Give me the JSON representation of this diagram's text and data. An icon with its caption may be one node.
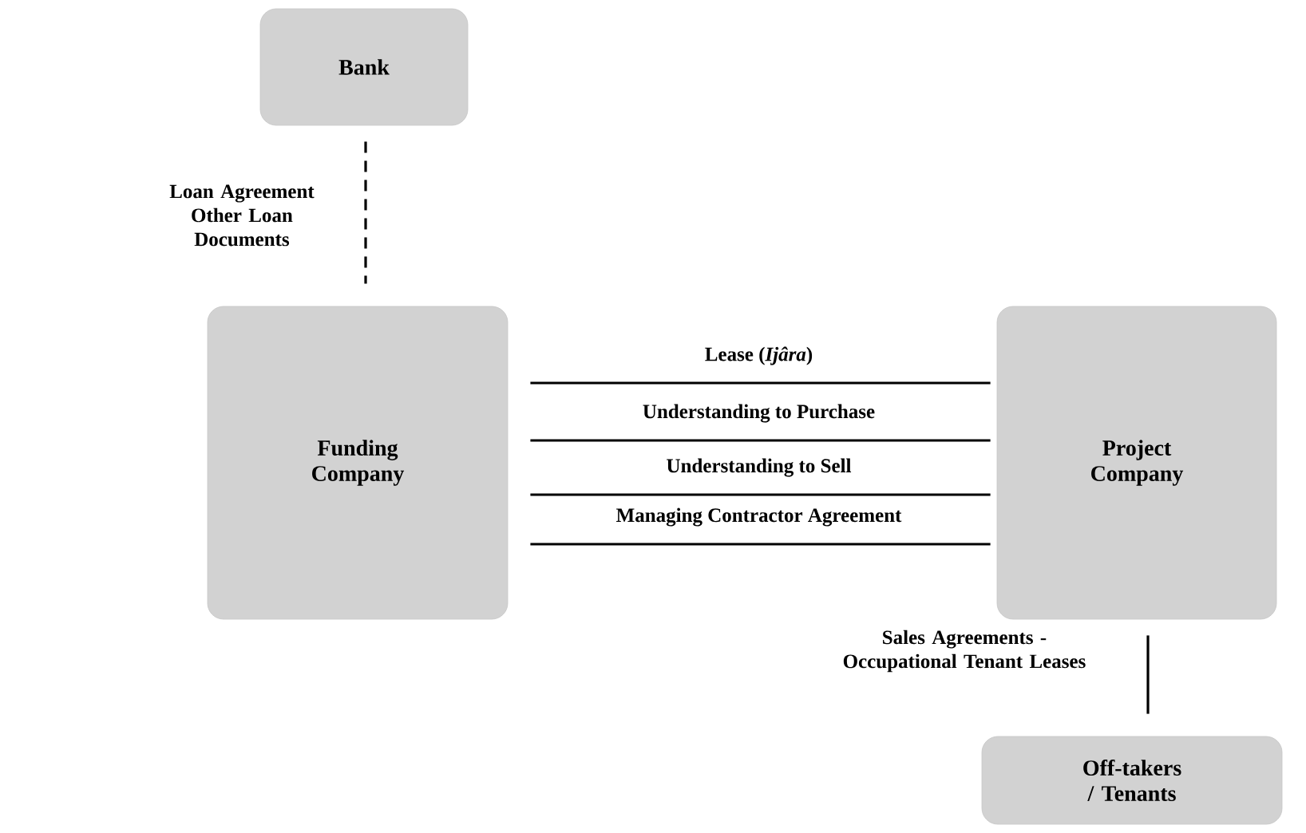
{
  "diagram": {
    "nodes": [
      {
        "text": [
          "Bank"
        ]
      },
      {
        "text": [
          "Funding Company"
        ]
      },
      {
        "text": [
          "Project Company"
        ]
      },
      {
        "text": [
          "Off-takers / Tenants"
        ]
      }
    ],
    "edges": [
      {
        "from": 0,
        "to": 1,
        "arrow": "none",
        "style": "dashed",
        "label": "Loan Agreement Other Loan Documents"
      },
      {
        "from": 1,
        "to": 2,
        "arrow": "none",
        "label": "Lease (*Ijâra*)"
      },
      {
        "from": 1,
        "to": 2,
        "arrow": "none",
        "label": "Understanding to Purchase"
      },
      {
        "from": 1,
        "to": 2,
        "arrow": "none",
        "label": "Understanding to Sell"
      },
      {
        "from": 1,
        "to": 2,
        "arrow": "none",
        "label": "Managing Contractor Agreement"
      },
      {
        "from": 2,
        "to": 3,
        "arrow": "none",
        "label": "Sales Agreements - Occupational Tenant Leases"
      }
    ]
  }
}
